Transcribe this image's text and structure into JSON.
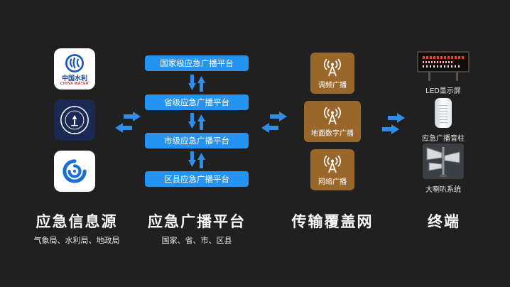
{
  "sources": {
    "heading": "应急信息源",
    "subtitle": "气象局、水利局、地政局",
    "logos": [
      {
        "name": "china-water-logo",
        "cn": "中国水利",
        "en": "CHINA WATER"
      },
      {
        "name": "water-resources-seal-logo"
      },
      {
        "name": "china-meteorological-administration-logo"
      }
    ]
  },
  "platforms": {
    "heading": "应急广播平台",
    "subtitle": "国家、省、市、区县",
    "levels": [
      "国家级应急广播平台",
      "省级应急广播平台",
      "市级应急广播平台",
      "区县应急广播平台"
    ]
  },
  "network": {
    "heading": "传输覆盖网",
    "nodes": [
      "调频广播",
      "地面数字广播",
      "网络广播"
    ]
  },
  "terminals": {
    "heading": "终端",
    "devices": [
      "LED显示屏",
      "应急广播音柱",
      "大喇叭系统"
    ]
  },
  "colors": {
    "background": "#202020",
    "platform_blue": "#2493f2",
    "network_brown": "#9a672b",
    "arrow_blue": "#2f8fe8",
    "heading_white": "#f7f7f7"
  }
}
